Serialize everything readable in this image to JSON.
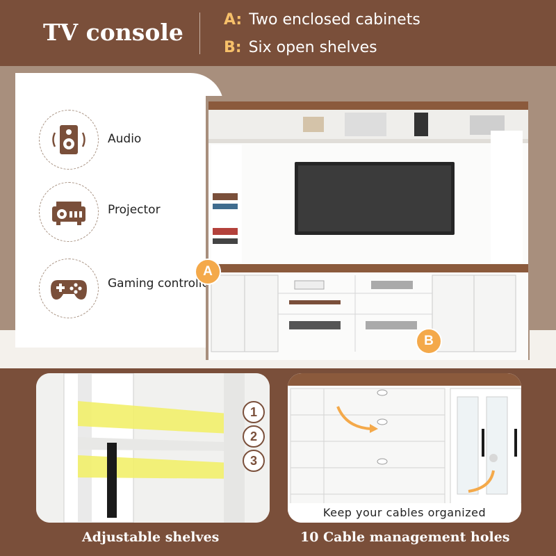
{
  "header": {
    "title": "TV console",
    "features": [
      {
        "key": "A:",
        "text": "Two enclosed cabinets"
      },
      {
        "key": "B:",
        "text": "Six open shelves"
      }
    ]
  },
  "icons": [
    {
      "name": "speaker-icon",
      "label": "Audio"
    },
    {
      "name": "projector-icon",
      "label": "Projector"
    },
    {
      "name": "gamepad-icon",
      "label": "Gaming controllers"
    }
  ],
  "badges": {
    "a": "A",
    "b": "B"
  },
  "bottom": {
    "left_caption": "Adjustable shelves",
    "right_caption": "10 Cable management holes",
    "cable_banner": "Keep your cables organized",
    "shelf_numbers": [
      "1",
      "2",
      "3"
    ]
  },
  "colors": {
    "brown": "#7a4f3a",
    "badge": "#f4a94a",
    "highlight": "#f2f06a"
  }
}
